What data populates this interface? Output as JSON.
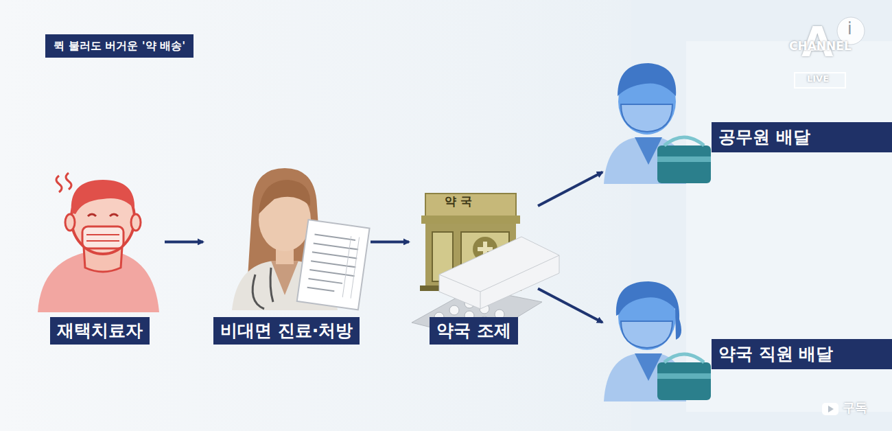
{
  "diagram": {
    "title": "퀵 불러도 버거운 '약 배송'",
    "nodes": [
      {
        "text": [
          "재택치료자"
        ]
      },
      {
        "text": [
          "비대면 진료·처방"
        ]
      },
      {
        "text": [
          "약국 조제"
        ]
      },
      {
        "text": [
          "공무원 배달"
        ]
      },
      {
        "text": [
          "약국 직원 배달"
        ]
      }
    ],
    "edges": [
      {
        "from": 0,
        "to": 1,
        "arrow": "to"
      },
      {
        "from": 1,
        "to": 2,
        "arrow": "to"
      },
      {
        "from": 2,
        "to": 3,
        "arrow": "to"
      },
      {
        "from": 2,
        "to": 4,
        "arrow": "to"
      }
    ],
    "labels": [
      "약 국",
      "i",
      "A",
      "CHANNEL",
      "LIVE",
      "구독"
    ]
  }
}
